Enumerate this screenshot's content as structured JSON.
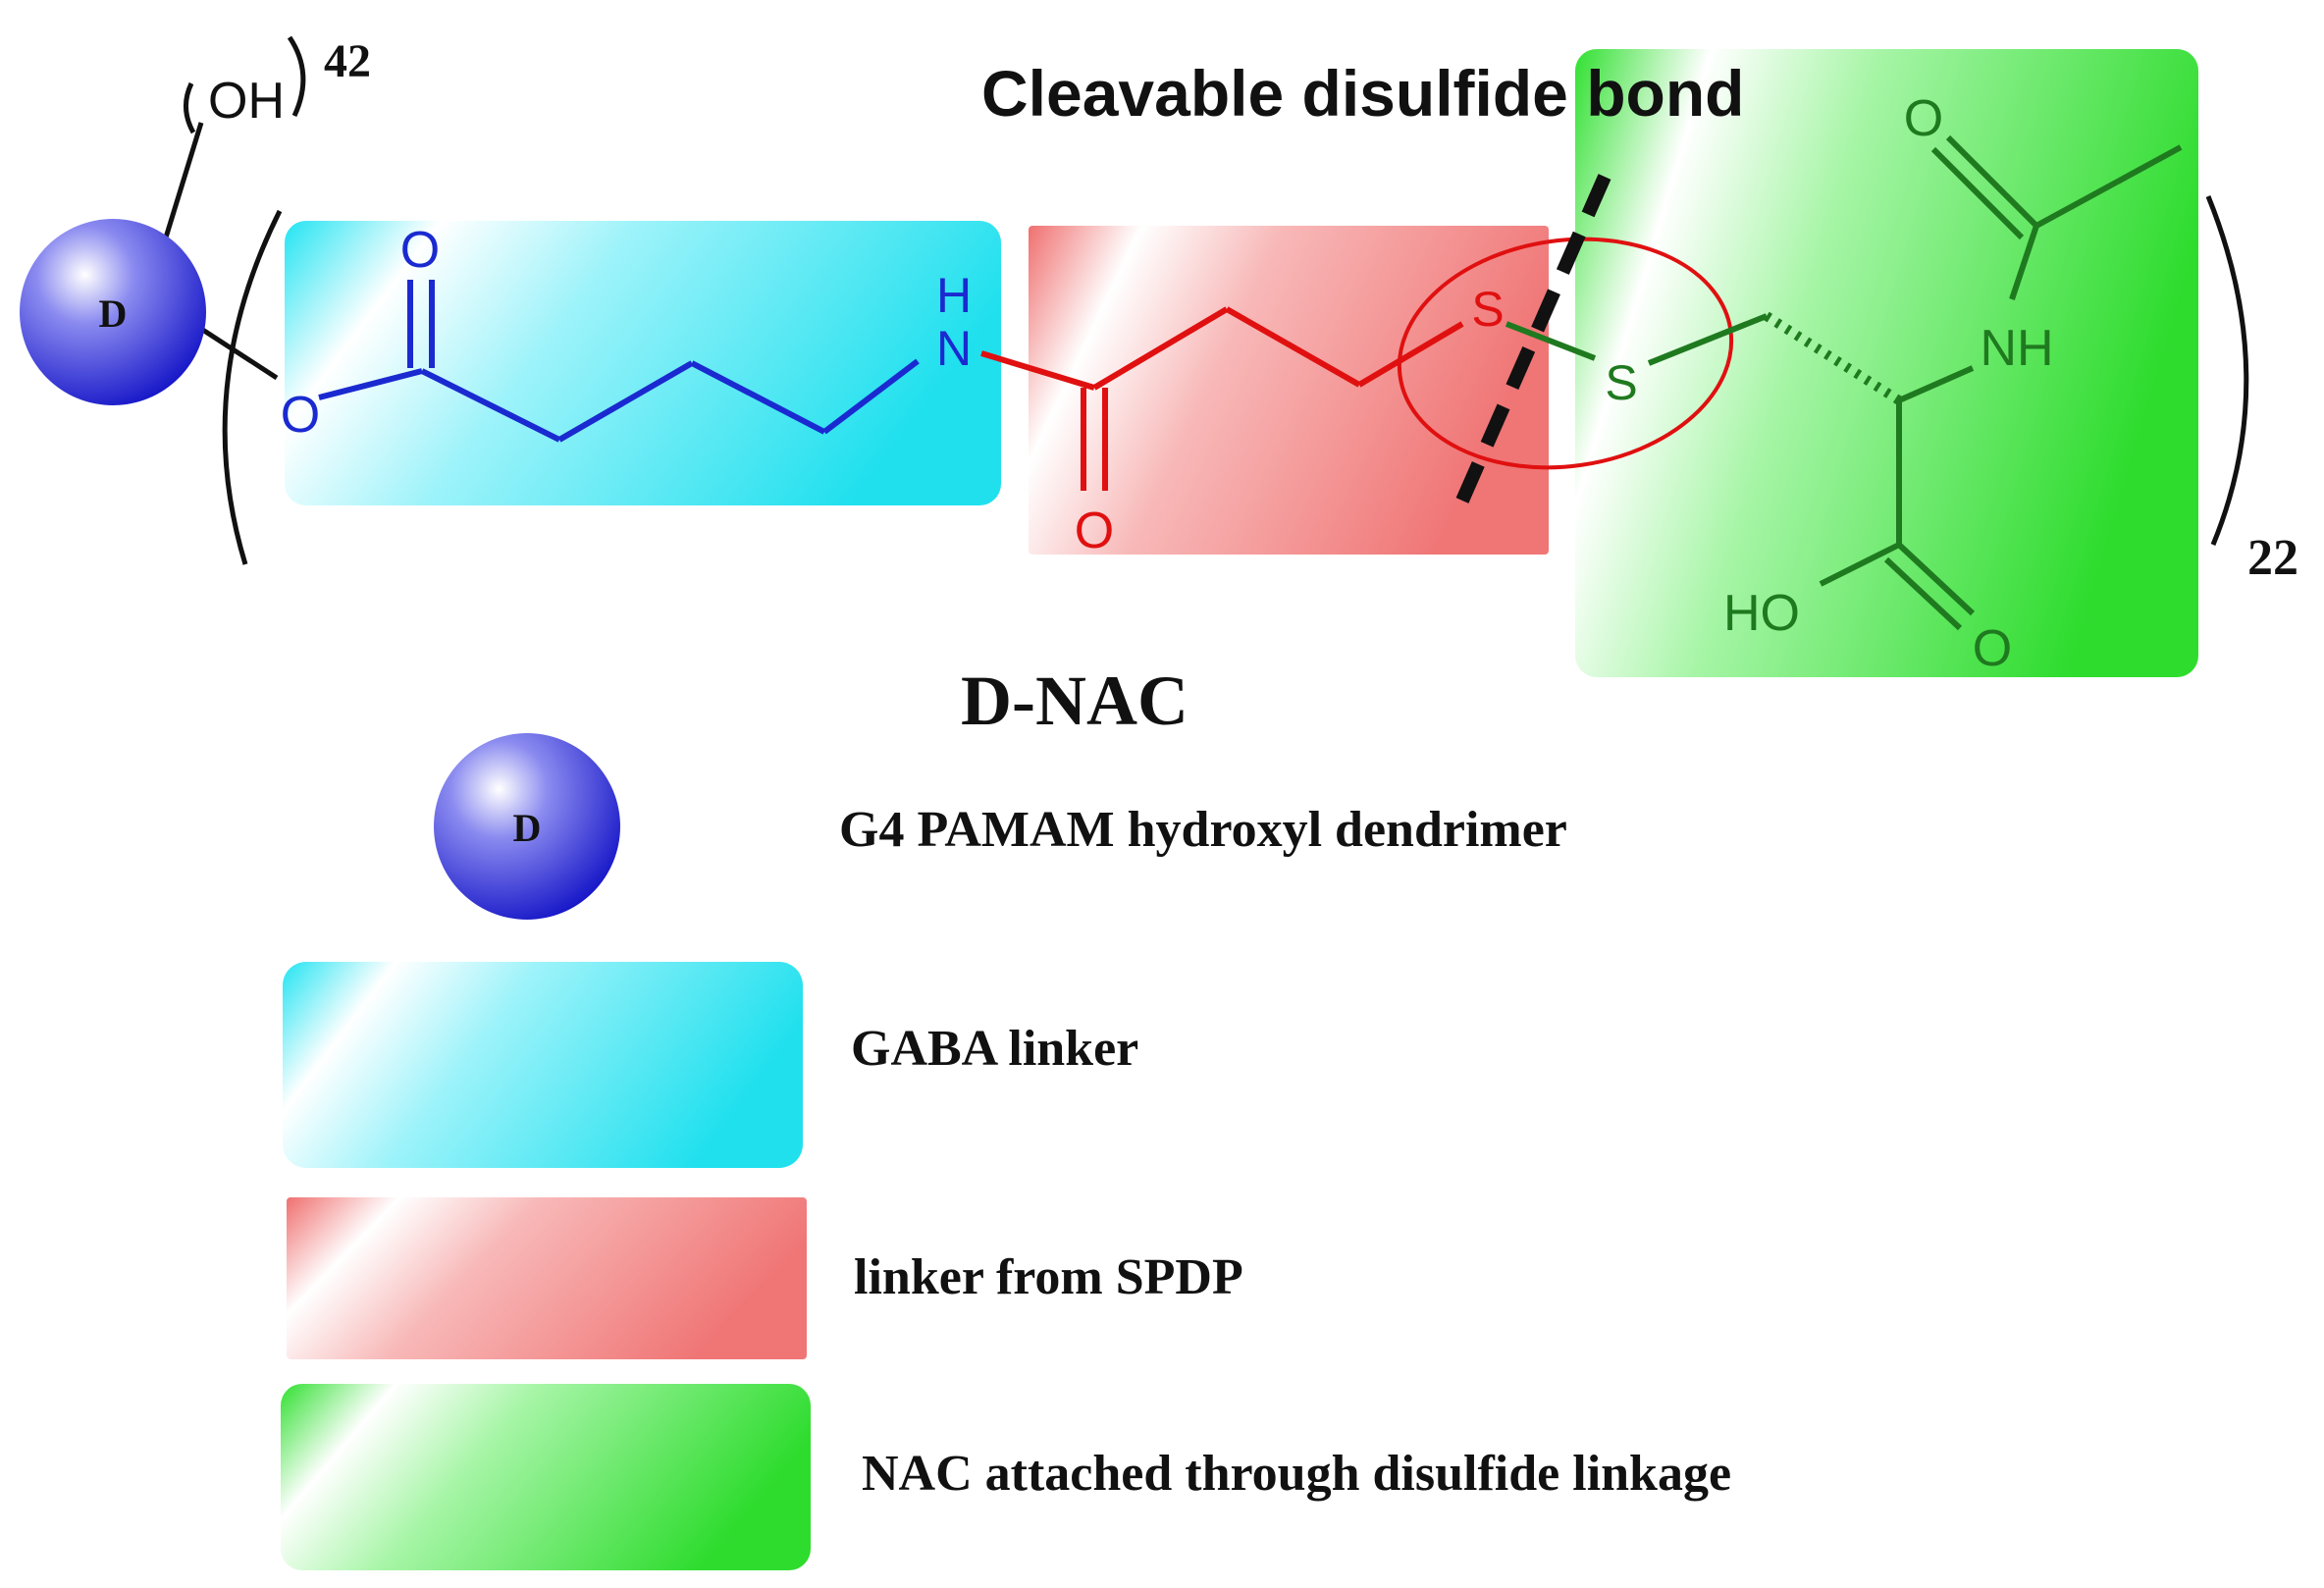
{
  "header": {
    "title": "Cleavable disulfide bond"
  },
  "molecule": {
    "name": "D-NAC",
    "core_label": "D",
    "hydroxyl_label": "OH",
    "hydroxyl_count": "42",
    "repeat_count": "22",
    "atoms": {
      "gaba_carbonyl_o": "O",
      "ester_o": "O",
      "amide_h": "H",
      "amide_n": "N",
      "spdp_carbonyl_o": "O",
      "s1": "S",
      "s2": "S",
      "nac_carbonyl_o": "O",
      "nac_nh": "NH",
      "acid_oh": "HO",
      "acid_o": "O"
    }
  },
  "legend": {
    "items": [
      {
        "key": "dendrimer",
        "symbol": "D",
        "label": "G4 PAMAM hydroxyl dendrimer"
      },
      {
        "key": "gaba",
        "label": "GABA linker"
      },
      {
        "key": "spdp",
        "label": "linker from SPDP"
      },
      {
        "key": "nac",
        "label": "NAC attached through disulfide linkage"
      }
    ]
  },
  "colors": {
    "dendrimer": "#1f1fd6",
    "gaba": "#20e0ee",
    "spdp": "#f07a7a",
    "nac": "#2ee22e",
    "gaba_bonds": "#1a2ad0",
    "spdp_bonds": "#e01010",
    "nac_bonds": "#1f7a1f"
  }
}
